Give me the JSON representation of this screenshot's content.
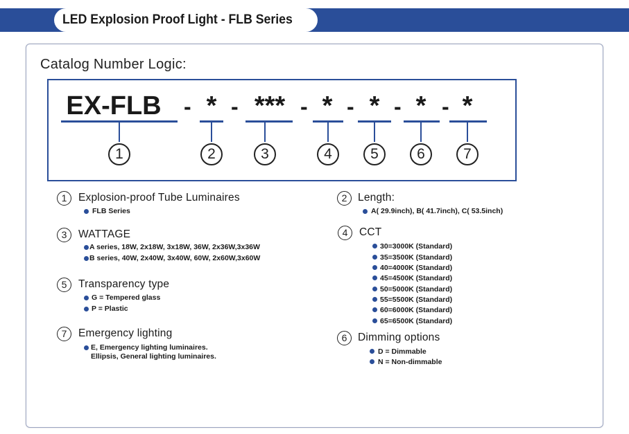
{
  "header": {
    "title": "LED Explosion Proof Light - FLB Series"
  },
  "catalog": {
    "title": "Catalog Number Logic:",
    "segments": [
      {
        "text": "EX-FLB",
        "num": "1"
      },
      {
        "text": "*",
        "num": "2"
      },
      {
        "text": "***",
        "num": "3"
      },
      {
        "text": "*",
        "num": "4"
      },
      {
        "text": "*",
        "num": "5"
      },
      {
        "text": "*",
        "num": "6"
      },
      {
        "text": "*",
        "num": "7"
      }
    ],
    "dash": "-"
  },
  "legend": {
    "s1": {
      "num": "1",
      "title": "Explosion-proof Tube Luminaires",
      "items": [
        "FLB Series"
      ]
    },
    "s2": {
      "num": "2",
      "title": "Length:",
      "items": [
        "A( 29.9inch), B( 41.7inch), C( 53.5inch)"
      ]
    },
    "s3": {
      "num": "3",
      "title": "WATTAGE",
      "items": [
        "A series,  18W, 2x18W, 3x18W, 36W, 2x36W,3x36W",
        "B series,  40W, 2x40W, 3x40W, 60W, 2x60W,3x60W"
      ]
    },
    "s4": {
      "num": "4",
      "title": "CCT",
      "items": [
        "30=3000K (Standard)",
        "35=3500K (Standard)",
        "40=4000K (Standard)",
        "45=4500K (Standard)",
        "50=5000K (Standard)",
        "55=5500K (Standard)",
        "60=6000K (Standard)",
        "65=6500K (Standard)"
      ]
    },
    "s5": {
      "num": "5",
      "title": "Transparency type",
      "items": [
        "G = Tempered glass",
        "P = Plastic"
      ]
    },
    "s6": {
      "num": "6",
      "title": "Dimming options",
      "items": [
        "D = Dimmable",
        "N = Non-dimmable"
      ]
    },
    "s7": {
      "num": "7",
      "title": "Emergency lighting",
      "items": [
        "E, Emergency lighting luminaires.",
        "Ellipsis, General lighting luminaires."
      ]
    }
  },
  "colors": {
    "accent": "#2a4e99"
  }
}
